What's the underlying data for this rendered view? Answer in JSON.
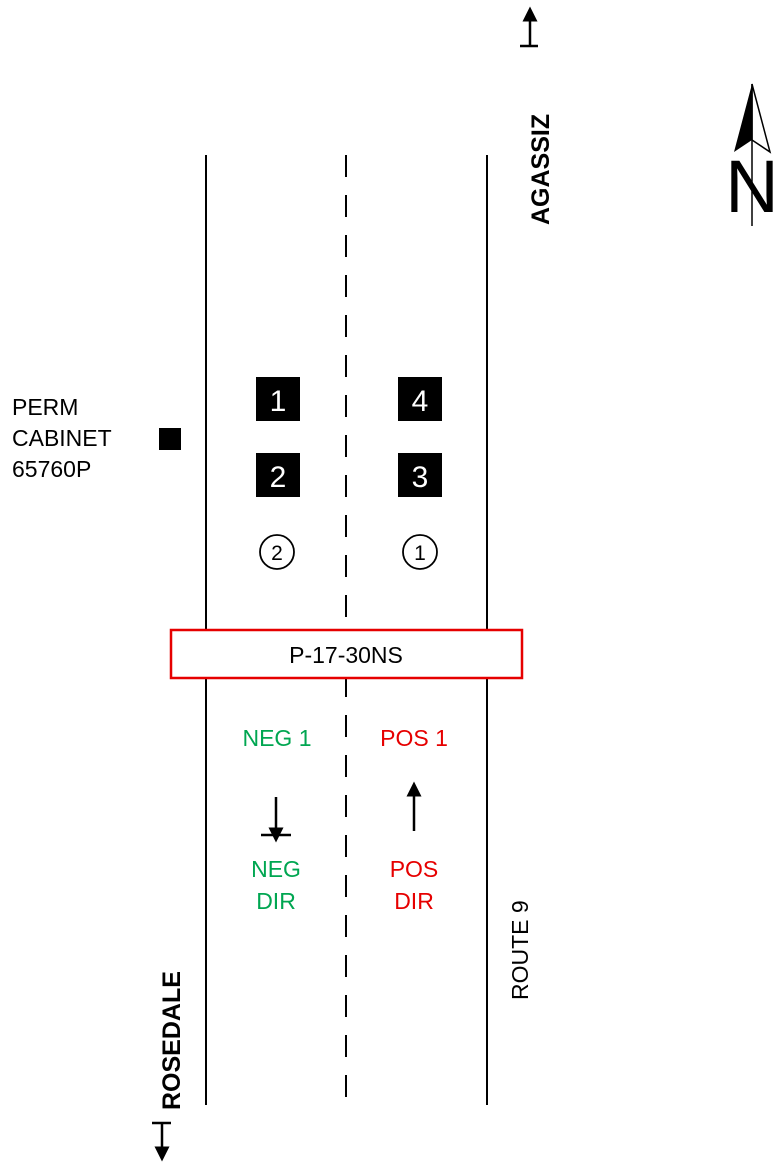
{
  "diagram": {
    "directions": {
      "north_label": "AGASSIZ",
      "south_label": "ROSEDALE"
    },
    "road_name": "ROUTE 9",
    "cabinet": {
      "line1": "PERM",
      "line2": "CABINET",
      "line3": "65760P"
    },
    "detectors": [
      {
        "id": "1",
        "label": "1"
      },
      {
        "id": "2",
        "label": "2"
      },
      {
        "id": "3",
        "label": "3"
      },
      {
        "id": "4",
        "label": "4"
      }
    ],
    "lanes": [
      {
        "id": "2",
        "label": "2"
      },
      {
        "id": "1",
        "label": "1"
      }
    ],
    "station": {
      "label": "P-17-30NS",
      "border_color": "#e60000"
    },
    "neg_lane": {
      "label": "NEG 1",
      "dir_line1": "NEG",
      "dir_line2": "DIR",
      "color": "#00a651"
    },
    "pos_lane": {
      "label": "POS 1",
      "dir_line1": "POS",
      "dir_line2": "DIR",
      "color": "#e60000"
    },
    "north_arrow": {
      "letter": "N"
    }
  }
}
